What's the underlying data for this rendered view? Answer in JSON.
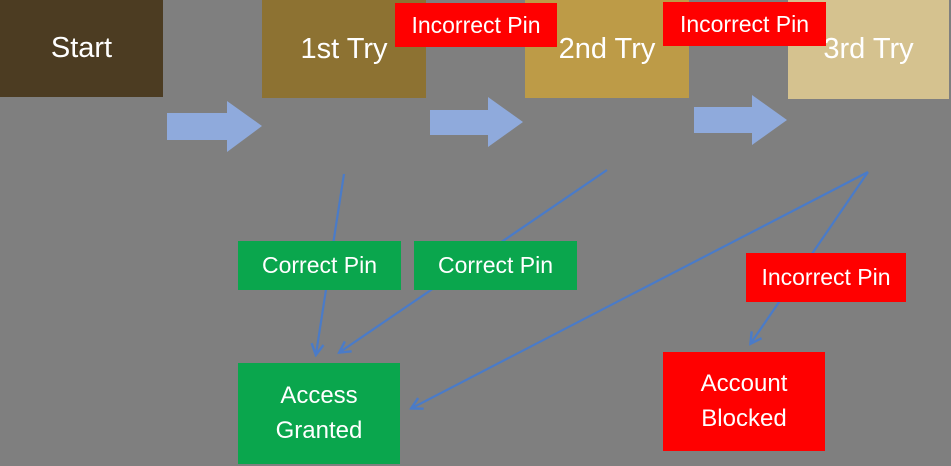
{
  "diagram_type": "flowchart",
  "background_color": "#7F7F7F",
  "colors": {
    "start_box": "#4C3C22",
    "try1_box": "#8D7232",
    "try2_box": "#BD9B47",
    "try3_box": "#D5C28F",
    "incorrect_tag": "#FF0000",
    "correct_tag": "#0AA64D",
    "block_arrow": "#8FAADC",
    "connector_line": "#4A7BC8",
    "text": "#FFFFFF"
  },
  "nodes": {
    "start": "Start",
    "try1": "1st Try",
    "try2": "2nd Try",
    "try3": "3rd Try"
  },
  "labels": {
    "incorrect_pin_top1": "Incorrect Pin",
    "incorrect_pin_top2": "Incorrect Pin",
    "incorrect_pin_right": "Incorrect Pin",
    "correct_pin_1": "Correct Pin",
    "correct_pin_2": "Correct Pin"
  },
  "outcomes": {
    "access_granted": "Access Granted",
    "account_blocked": "Account Blocked"
  },
  "edges": [
    {
      "from": "Start",
      "to": "1st Try",
      "label": null,
      "style": "block-arrow"
    },
    {
      "from": "1st Try",
      "to": "2nd Try",
      "label": "Incorrect Pin",
      "style": "block-arrow"
    },
    {
      "from": "2nd Try",
      "to": "3rd Try",
      "label": "Incorrect Pin",
      "style": "block-arrow"
    },
    {
      "from": "1st Try",
      "to": "Access Granted",
      "label": "Correct Pin",
      "style": "thin-arrow"
    },
    {
      "from": "2nd Try",
      "to": "Access Granted",
      "label": "Correct Pin",
      "style": "thin-arrow"
    },
    {
      "from": "3rd Try",
      "to": "Access Granted",
      "label": null,
      "style": "thin-arrow"
    },
    {
      "from": "3rd Try",
      "to": "Account Blocked",
      "label": "Incorrect Pin",
      "style": "thin-arrow"
    }
  ]
}
